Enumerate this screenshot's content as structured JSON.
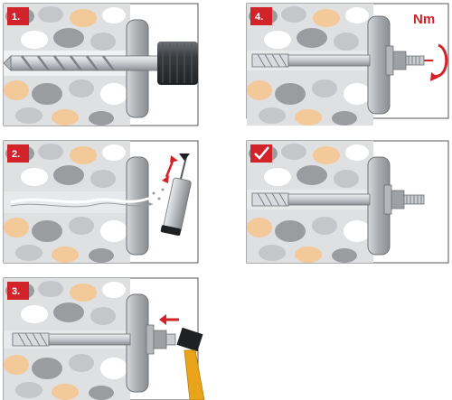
{
  "colors": {
    "accent": "#d2232a",
    "concrete": "#dfe0e2",
    "stone_gray": "#9a9ca0",
    "stone_light": "#c4c6c9",
    "stone_white": "#ffffff",
    "stone_tan": "#f3c99a",
    "steel": "#c9ccd0",
    "steel_dark": "#7d8186",
    "plate": "#b4b7bb",
    "hammer_handle": "#e9a41a"
  },
  "panels": [
    {
      "id": "step1",
      "label": "1.",
      "type": "number"
    },
    {
      "id": "step2",
      "label": "2.",
      "type": "number"
    },
    {
      "id": "step3",
      "label": "3.",
      "type": "number"
    },
    {
      "id": "step4",
      "label": "4.",
      "type": "number"
    },
    {
      "id": "done",
      "label": "",
      "type": "check",
      "icon": "checkmark-icon"
    }
  ],
  "step4": {
    "torque_label": "Nm"
  }
}
